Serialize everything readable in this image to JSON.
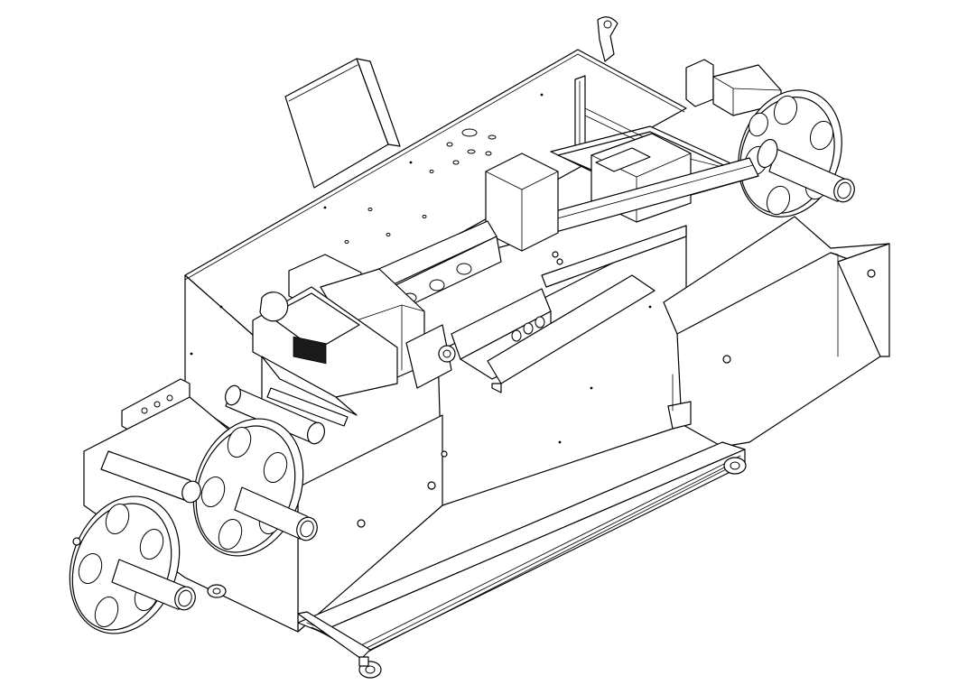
{
  "colors": {
    "line": "#000000",
    "background": "#ffffff"
  },
  "parts": [
    "machine-frame",
    "top-deck",
    "control-panel",
    "rear-motor",
    "rear-reel",
    "print-head-carriage",
    "rail-frame",
    "front-dispenser",
    "front-reel-1",
    "front-reel-2",
    "discharge-chute",
    "base-rail",
    "caster-wheels"
  ]
}
